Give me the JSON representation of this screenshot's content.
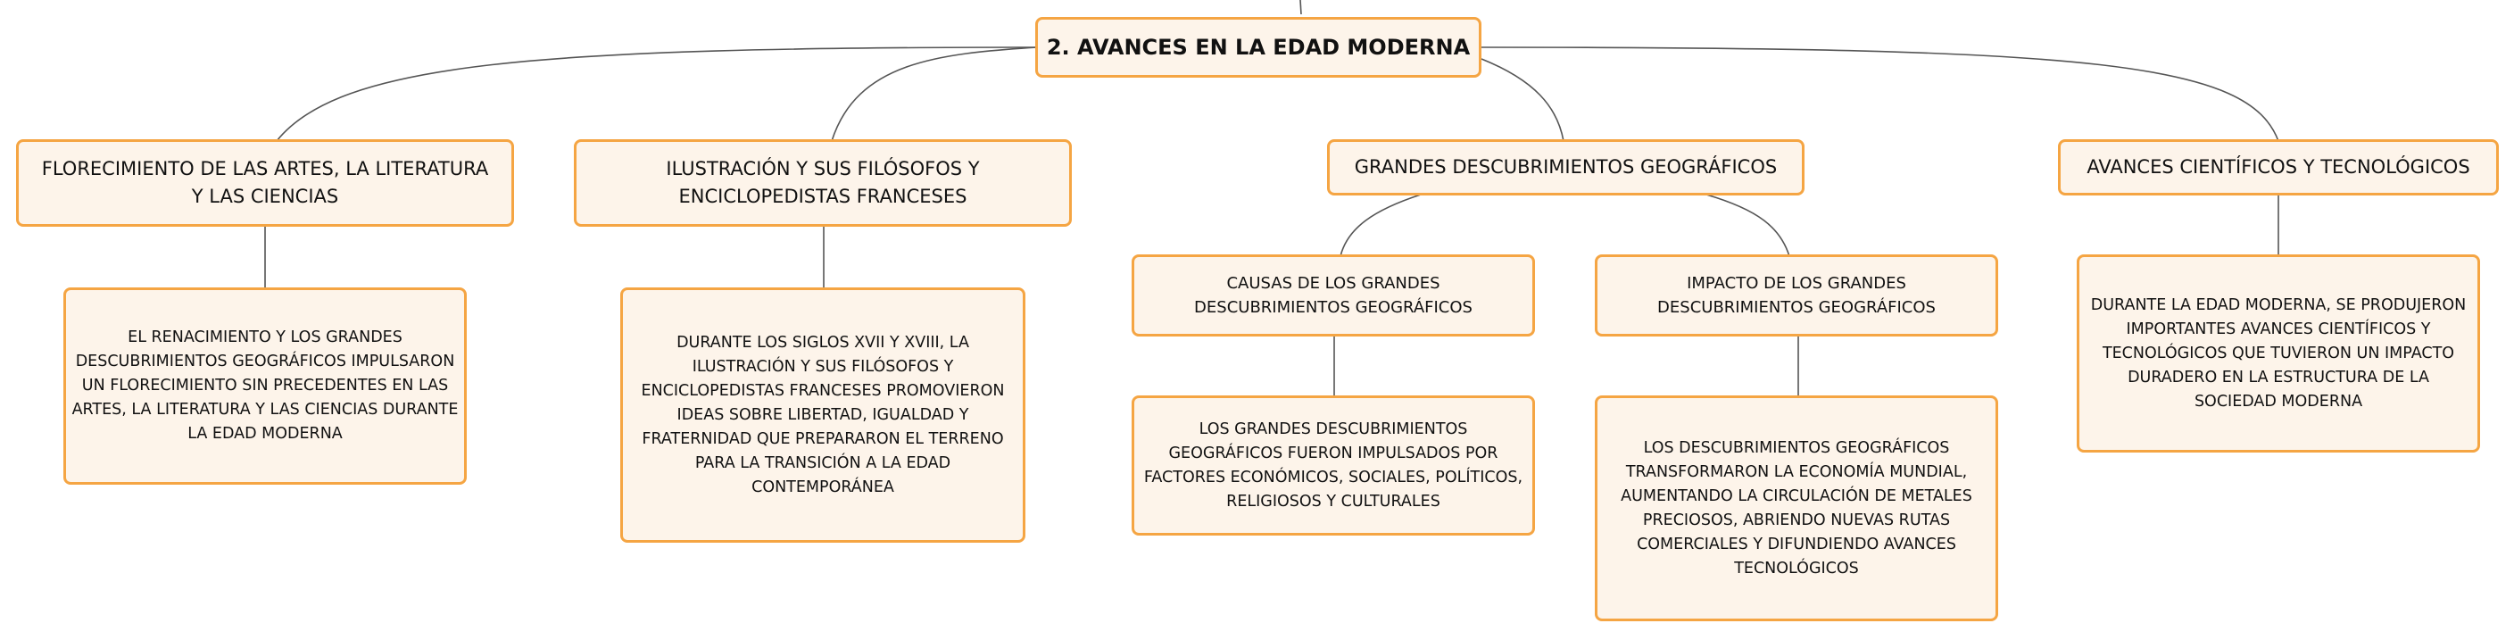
{
  "root": {
    "label": "2. AVANCES EN LA EDAD MODERNA"
  },
  "branches": [
    {
      "label": "FLORECIMIENTO DE LAS ARTES, LA LITERATURA Y LAS CIENCIAS",
      "detail": "EL RENACIMIENTO Y LOS GRANDES DESCUBRIMIENTOS GEOGRÁFICOS IMPULSARON UN FLORECIMIENTO SIN PRECEDENTES EN LAS ARTES, LA LITERATURA Y LAS CIENCIAS DURANTE LA EDAD MODERNA"
    },
    {
      "label": "ILUSTRACIÓN Y SUS FILÓSOFOS Y ENCICLOPEDISTAS FRANCESES",
      "detail": "DURANTE LOS SIGLOS XVII Y XVIII, LA ILUSTRACIÓN Y SUS FILÓSOFOS Y ENCICLOPEDISTAS FRANCESES PROMOVIERON IDEAS SOBRE LIBERTAD, IGUALDAD Y FRATERNIDAD QUE PREPARARON EL TERRENO PARA LA TRANSICIÓN A LA EDAD CONTEMPORÁNEA"
    },
    {
      "label": "GRANDES DESCUBRIMIENTOS GEOGRÁFICOS",
      "children": [
        {
          "label": "CAUSAS DE LOS GRANDES DESCUBRIMIENTOS GEOGRÁFICOS",
          "detail": "LOS GRANDES DESCUBRIMIENTOS GEOGRÁFICOS FUERON IMPULSADOS POR FACTORES ECONÓMICOS, SOCIALES, POLÍTICOS, RELIGIOSOS Y CULTURALES"
        },
        {
          "label": "IMPACTO DE LOS GRANDES DESCUBRIMIENTOS GEOGRÁFICOS",
          "detail": "LOS DESCUBRIMIENTOS GEOGRÁFICOS TRANSFORMARON LA ECONOMÍA MUNDIAL, AUMENTANDO LA CIRCULACIÓN DE METALES PRECIOSOS, ABRIENDO NUEVAS RUTAS COMERCIALES Y DIFUNDIENDO AVANCES TECNOLÓGICOS"
        }
      ]
    },
    {
      "label": "AVANCES CIENTÍFICOS Y TECNOLÓGICOS",
      "detail": "DURANTE LA EDAD MODERNA, SE PRODUJERON IMPORTANTES AVANCES CIENTÍFICOS Y TECNOLÓGICOS QUE TUVIERON UN IMPACTO DURADERO EN LA ESTRUCTURA DE LA SOCIEDAD MODERNA"
    }
  ],
  "colors": {
    "node_fill": "#fdf4ea",
    "node_border": "#f5a543",
    "connector": "#555555"
  }
}
